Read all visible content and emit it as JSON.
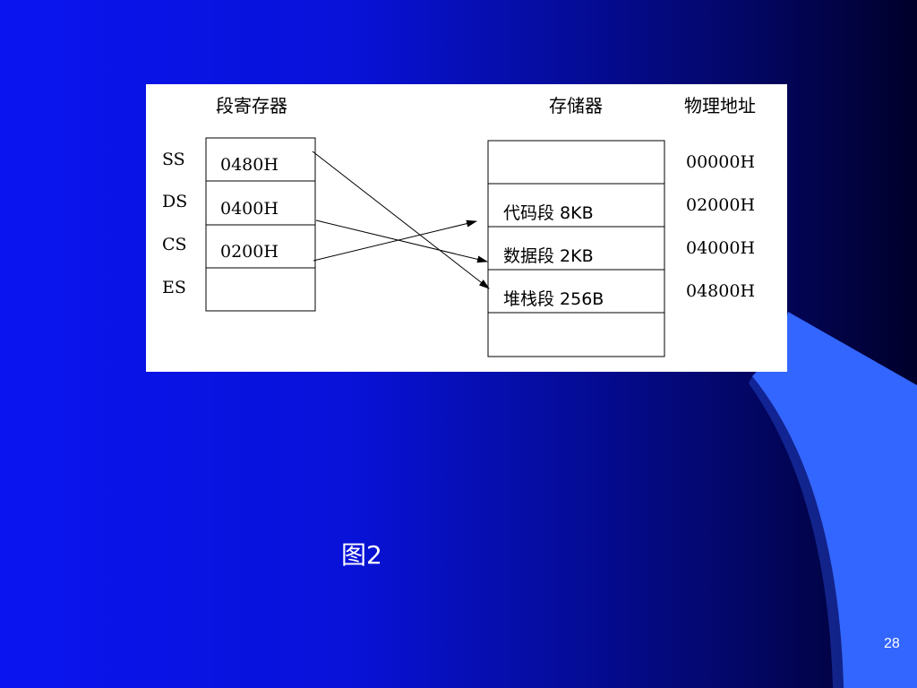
{
  "slide": {
    "caption": "图2",
    "page_number": "28",
    "colors": {
      "background_left": "#0a14f0",
      "background_right": "#00002a",
      "accent_shape": "#3366ff"
    }
  },
  "diagram": {
    "segment_registers_heading": "段寄存器",
    "memory_heading": "存储器",
    "physical_address_heading": "物理地址",
    "registers": [
      {
        "name": "SS",
        "value": "0480H"
      },
      {
        "name": "DS",
        "value": "0400H"
      },
      {
        "name": "CS",
        "value": "0200H"
      },
      {
        "name": "ES",
        "value": ""
      }
    ],
    "memory_cells": [
      {
        "label": "",
        "address": "00000H"
      },
      {
        "label": "代码段 8KB",
        "address": "02000H"
      },
      {
        "label": "数据段 2KB",
        "address": "04000H"
      },
      {
        "label": "堆栈段 256B",
        "address": "04800H"
      },
      {
        "label": "",
        "address": ""
      }
    ],
    "connections": [
      {
        "from": "SS",
        "to": "堆栈段 256B"
      },
      {
        "from": "DS",
        "to": "数据段 2KB"
      },
      {
        "from": "CS",
        "to": "代码段 8KB"
      }
    ]
  }
}
